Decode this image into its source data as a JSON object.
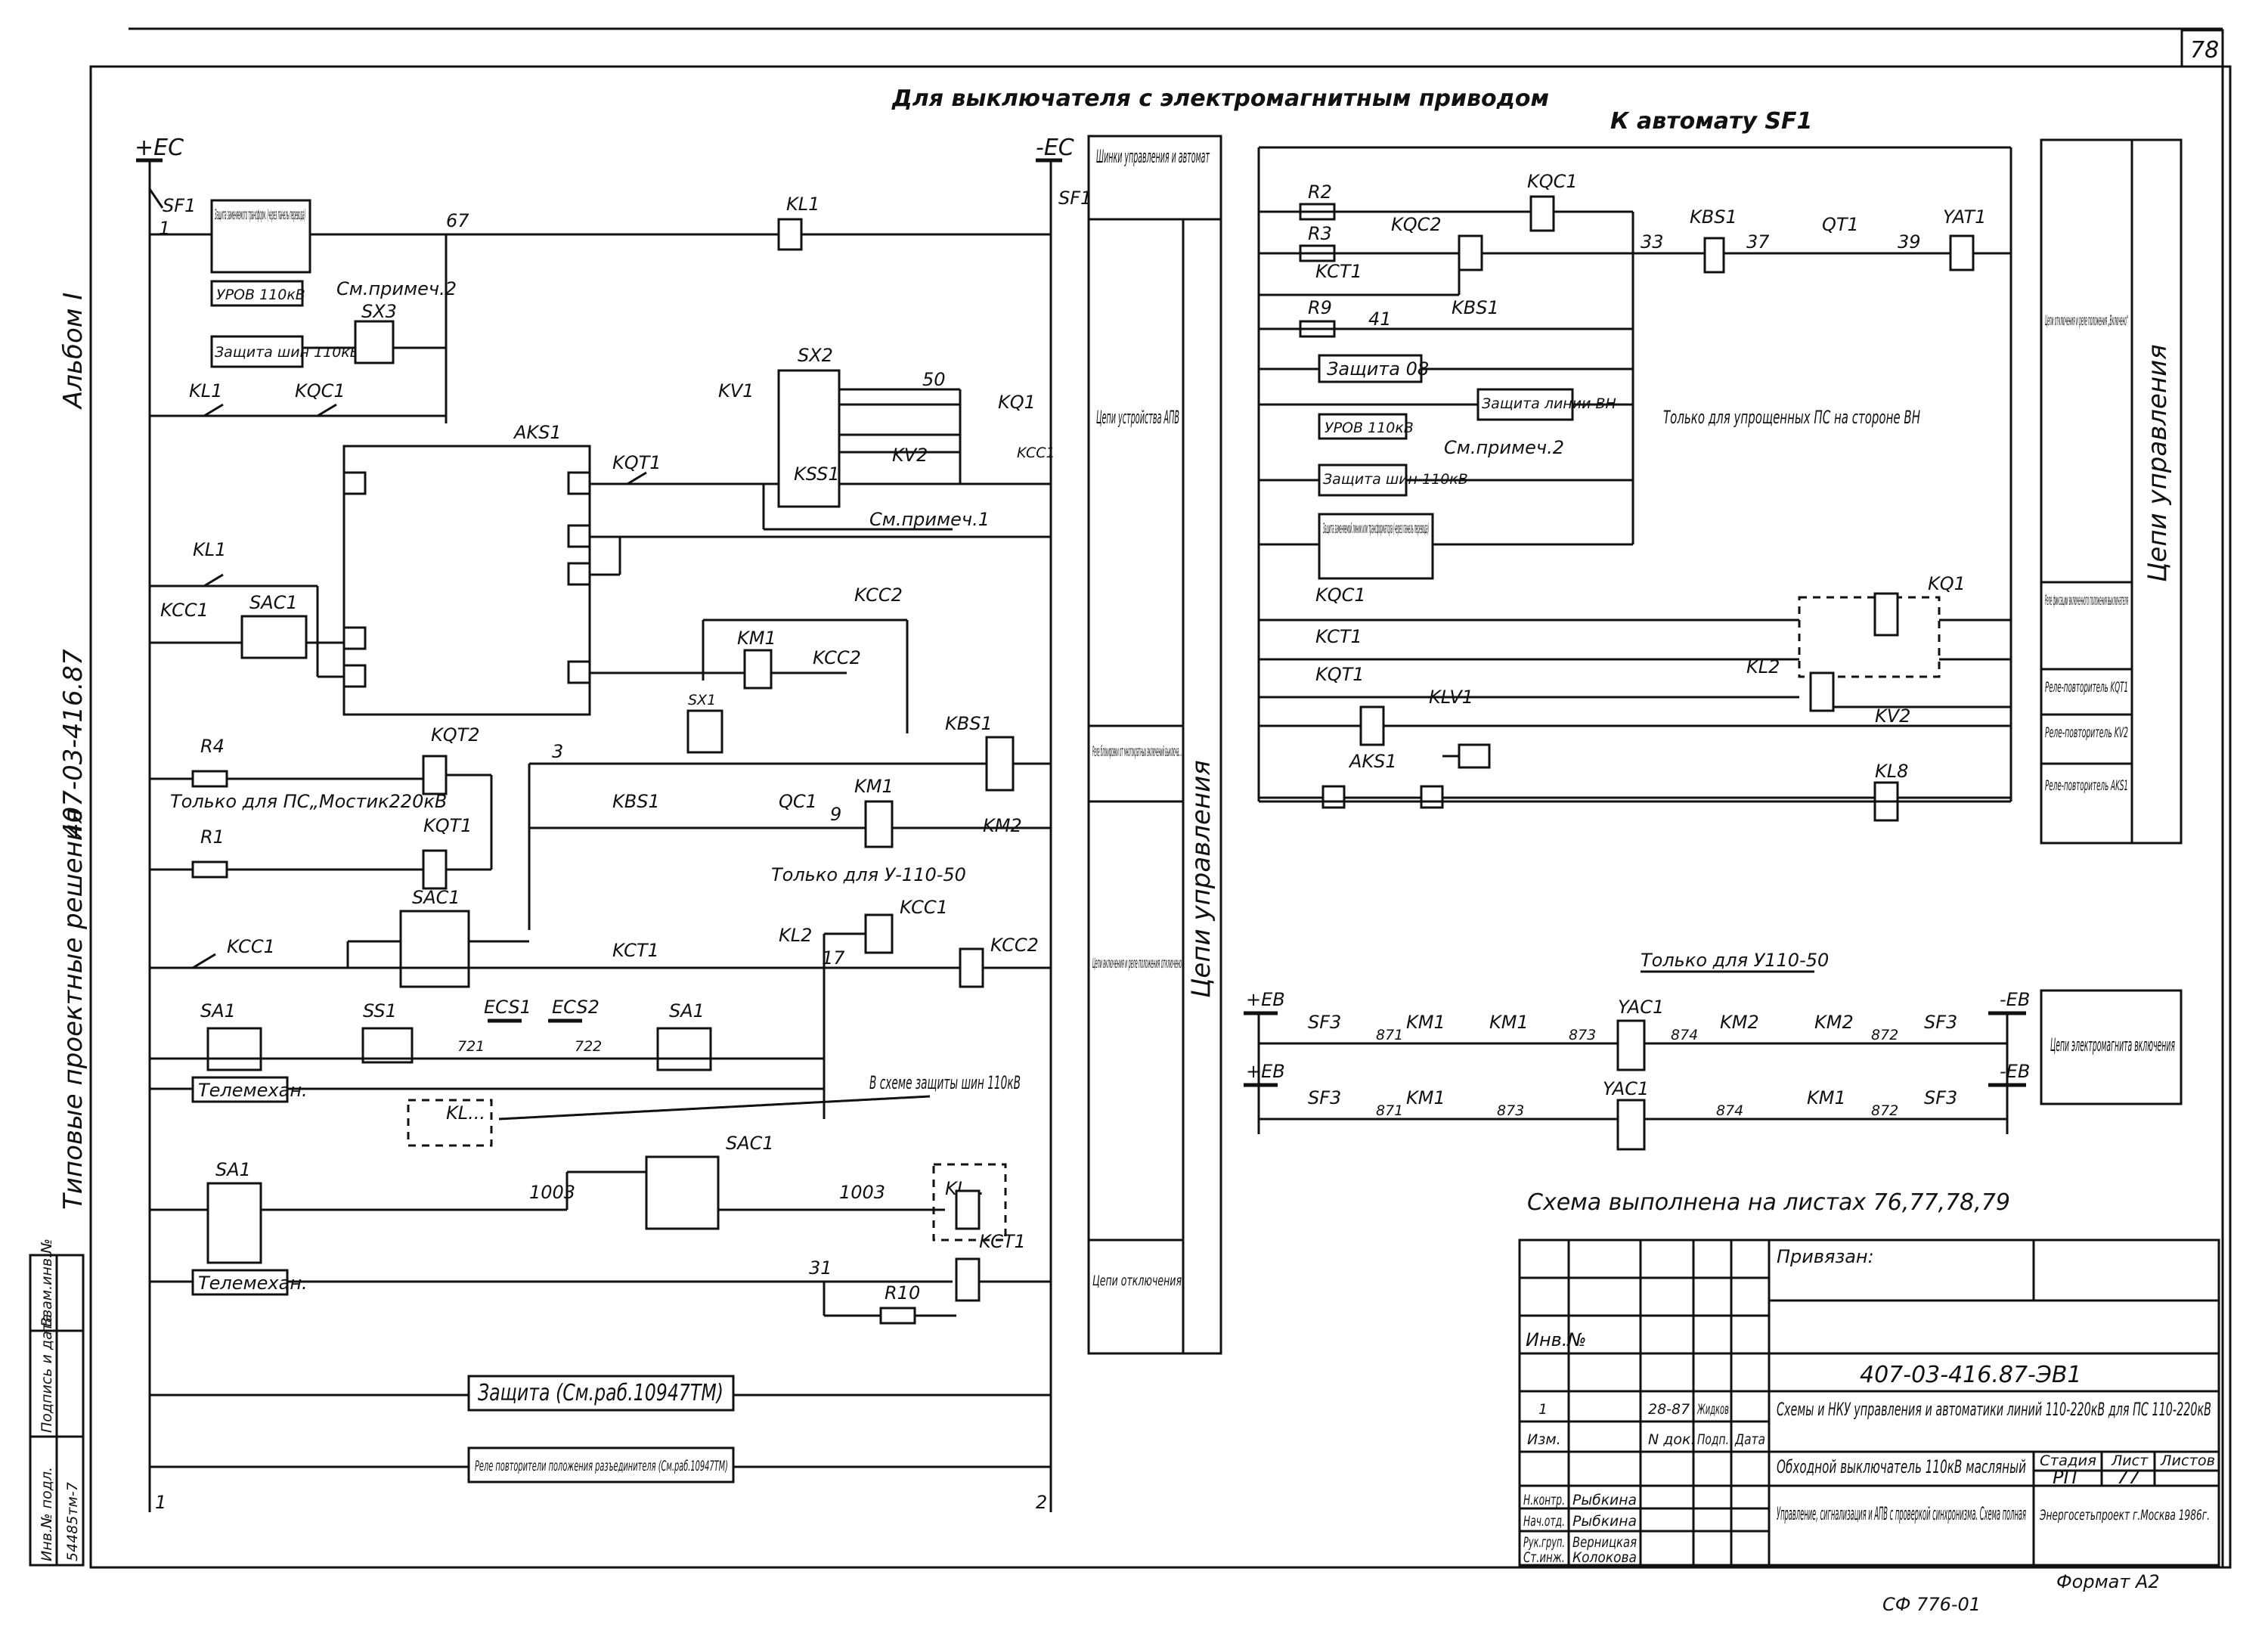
{
  "sheet": {
    "page_number": "78",
    "main_title": "Для выключателя с электромагнитным приводом",
    "right_title": "К автомату SF1",
    "album": "Альбом I",
    "project_series": "407-03-416.87",
    "typical": "Типовые проектные решения",
    "sheets_note": "Схема выполнена на листах 76,77,78,79",
    "stamp_side": [
      "Инв.№ подл.",
      "Подпись и дата",
      "Взам.инв.№"
    ],
    "stamp_side_value": "54485тм-7",
    "bottom_code": "СФ 776-01",
    "format": "Формат А2"
  },
  "bus": {
    "pos_ec": "+ЕС",
    "neg_ec": "-ЕС",
    "pos_ev": "+ЕВ",
    "neg_ev": "-ЕВ",
    "sf1": "SF1",
    "node_1": "1",
    "node_2": "2",
    "node_67": "67"
  },
  "left_labels": {
    "zash_zamen": "Защита заменяемого трансформ. (через панель перевода)",
    "urov": "УРОВ 110кВ",
    "see_note2": "См.примеч.2",
    "sx3": "SX3",
    "zash_shin": "Защита шин 110кВ",
    "kl1": "KL1",
    "kqc1": "KQC1",
    "aks1": "AKS1",
    "kqt1": "KQT1",
    "sx2": "SX2",
    "kv1": "KV1",
    "kq1": "KQ1",
    "kcc1": "KCC1",
    "kss1": "KSS1",
    "kv2": "KV2",
    "see_note1": "См.примеч.1",
    "sac1": "SAC1",
    "kcc2": "KCC2",
    "km1": "KM1",
    "sx1": "SX1",
    "kbs1": "KBS1",
    "kqt2": "KQT2",
    "r4": "R4",
    "r1": "R1",
    "only_ps_most": "Только для ПС„Мостик220кВ",
    "qc1": "QC1",
    "km2": "KM2",
    "only_u110": "Только для У-110-50",
    "kct1": "KCT1",
    "kl2": "KL2",
    "sa1": "SA1",
    "ss1": "SS1",
    "ecs1": "ECS1",
    "ecs2": "ECS2",
    "telemech": "Телемехан.",
    "kl_dots": "KL...",
    "v_scheme": "В схеме защиты шин 110кВ",
    "r10": "R10",
    "zashita": "Защита (См.раб.10947ТМ)",
    "rele_povt": "Реле повторители положения разъединителя (См.раб.10947ТМ)",
    "n1003a": "1003",
    "n1003b": "1003",
    "n721": "721",
    "n722": "722",
    "n50": "50",
    "n31": "31",
    "n3": "3",
    "n9": "9",
    "n17": "17"
  },
  "mid_column": {
    "shinki": "Шинки управления и автомат",
    "tsepi_ustr": "Цепи устройства АПВ",
    "rele_blok": "Реле блокировки от многократных включений выключа...",
    "tsepi_vkl": "Цепи включения и реле положения отключено",
    "tsepi_otkl": "Цепи отключения",
    "tsepi_upr": "Цепи управления"
  },
  "right_labels": {
    "r2": "R2",
    "r3": "R3",
    "r9": "R9",
    "kqc1": "KQC1",
    "kqc2": "KQC2",
    "kbs1": "KBS1",
    "qt1": "QT1",
    "yat1": "YAT1",
    "kct1": "KCT1",
    "zash_08": "Защита 08",
    "zash_linii_vn": "Защита линии ВН",
    "only_simpl": "Только для упрощенных ПС на стороне ВН",
    "urov": "УРОВ 110кВ",
    "see_note2": "См.примеч.2",
    "zash_shin": "Защита шин 110кВ",
    "zash_zamen": "Защита заменяемой линии или трансформатора (через панель перевода)",
    "kq1": "KQ1",
    "kqt1": "KQT1",
    "kl2": "KL2",
    "klv1": "KLV1",
    "aks1": "AKS1",
    "kv2": "KV2",
    "kl8": "KL8",
    "n33": "33",
    "n37": "37",
    "n39": "39",
    "n41": "41"
  },
  "right_col": {
    "tsepi_otkl_rele": "Цепи отключения и реле положения „Включено“",
    "tsepi_upr": "Цепи управления",
    "rele_fiks": "Реле фиксации включенного положения выключателя",
    "rele_kqt1": "Реле-повторитель KQT1",
    "rele_kv2": "Реле-повторитель KV2",
    "rele_aks1": "Реле-повторитель AKS1",
    "tsepi_em": "Цепи электромагнита включения"
  },
  "em_section": {
    "only_u110": "Только для У110-50",
    "sf3": "SF3",
    "km1": "KM1",
    "km2": "KM2",
    "yac1": "YAC1",
    "n871": "871",
    "n873": "873",
    "n874": "874",
    "n872": "872"
  },
  "title_block": {
    "privyazan": "Привязан:",
    "inv_no": "Инв.№",
    "doc_code": "407-03-416.87-ЭВ1",
    "desc": "Схемы и НКУ управления и автоматики линий 110-220кВ для ПС 110-220кВ",
    "sheet_title": "Обходной выключатель 110кВ масляный",
    "sheet_desc": "Управление, сигнализация и АПВ с проверкой синхронизма. Схема полная",
    "stadia_h": "Стадия",
    "list_h": "Лист",
    "listov_h": "Листов",
    "stadia": "РП",
    "list": "77",
    "org": "Энергосетьпроект г.Москва 1986г.",
    "rev_row": [
      "1",
      "28-87",
      "Жидков"
    ],
    "rev_head": [
      "Изм.",
      "N док.",
      "Подп.",
      "Дата"
    ],
    "signers": [
      {
        "role": "Н.контр.",
        "name": "Рыбкина"
      },
      {
        "role": "Нач.отд.",
        "name": "Рыбкина"
      },
      {
        "role": "Рук.груп.",
        "name": "Верницкая"
      },
      {
        "role": "Ст.инж.",
        "name": "Колокова"
      }
    ]
  }
}
